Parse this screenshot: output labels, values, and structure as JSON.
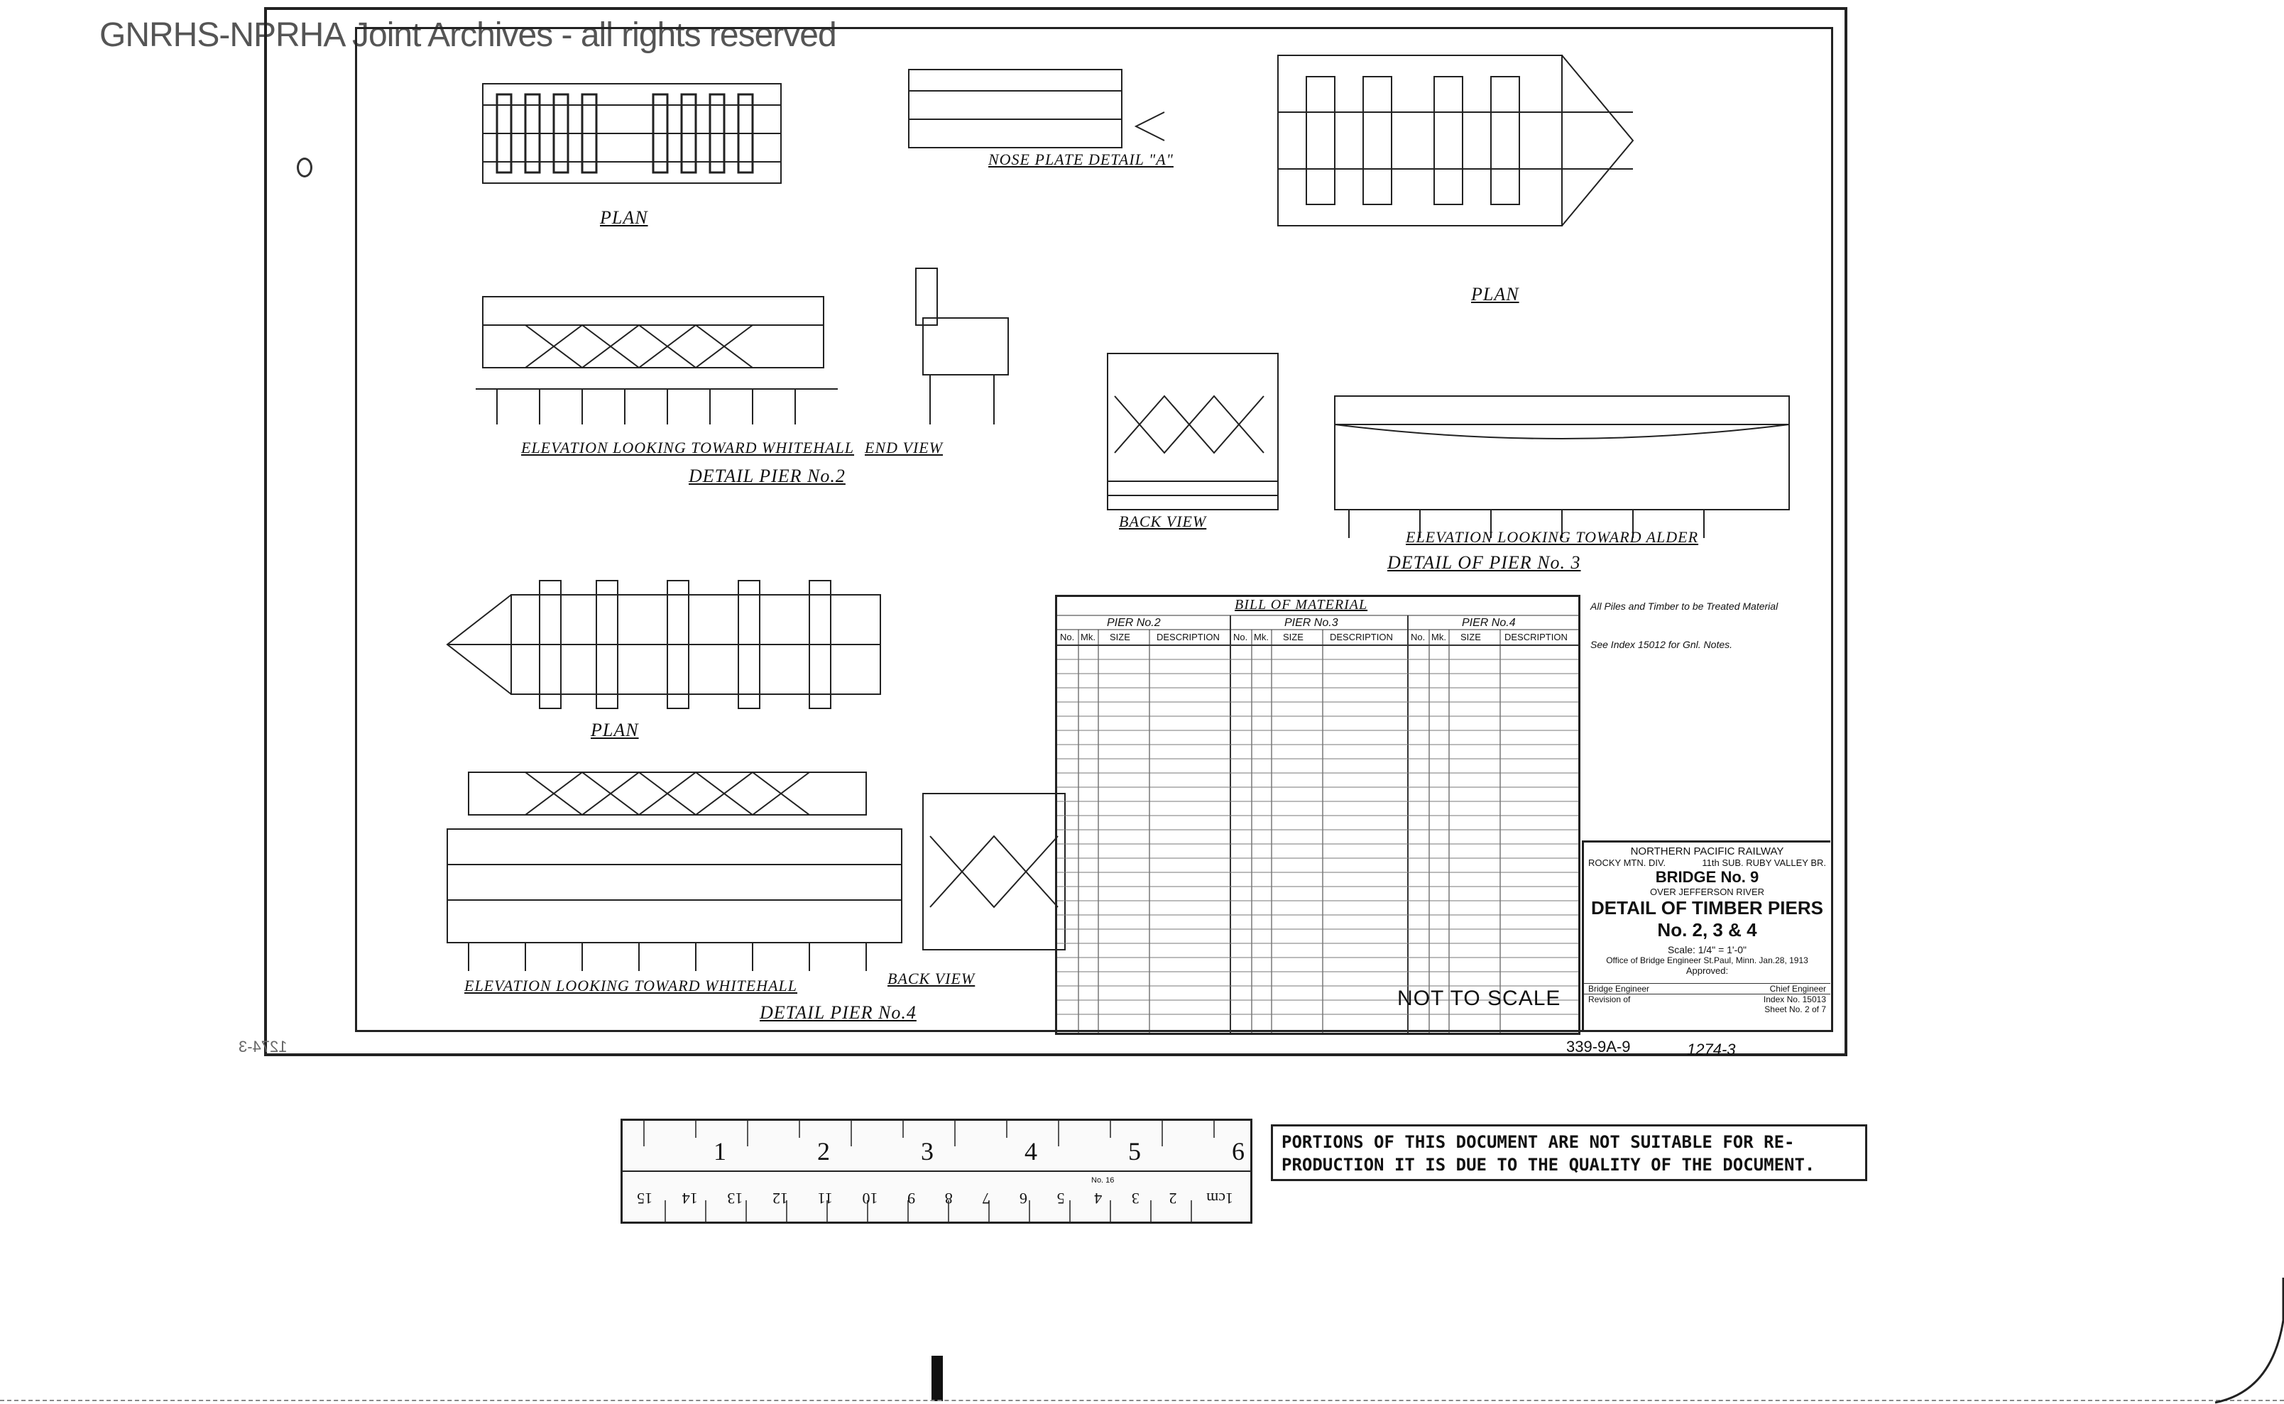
{
  "watermark": "GNRHS-NPRHA Joint Archives - all rights reserved",
  "drawing_labels": {
    "plan_top": "PLAN",
    "nose_plate": "NOSE PLATE DETAIL \"A\"",
    "elevation_pier2": "ELEVATION LOOKING TOWARD WHITEHALL",
    "end_view": "END VIEW",
    "detail_pier2": "DETAIL PIER No.2",
    "plan_pier3": "PLAN",
    "back_view_pier3": "BACK VIEW",
    "elevation_pier3": "ELEVATION LOOKING TOWARD ALDER",
    "detail_pier3": "DETAIL OF PIER No. 3",
    "plan_pier4": "PLAN",
    "elevation_pier4": "ELEVATION LOOKING TOWARD WHITEHALL",
    "back_view_pier4": "BACK VIEW",
    "detail_pier4": "DETAIL PIER No.4"
  },
  "bill_of_material": {
    "title": "BILL OF MATERIAL",
    "groups": [
      "PIER No.2",
      "PIER No.3",
      "PIER No.4"
    ],
    "columns": [
      "No.",
      "Mk.",
      "SIZE",
      "DESCRIPTION"
    ]
  },
  "notes": {
    "note1": "All Piles and Timber to be Treated Material",
    "note2": "See Index 15012 for Gnl. Notes."
  },
  "title_block": {
    "railway": "NORTHERN PACIFIC RAILWAY",
    "division": "ROCKY MTN. DIV.",
    "subdivision": "11th SUB. RUBY VALLEY BR.",
    "bridge": "BRIDGE No. 9",
    "over": "OVER JEFFERSON RIVER",
    "title": "DETAIL OF TIMBER PIERS",
    "piers": "No. 2, 3 & 4",
    "scale": "Scale: 1/4\" = 1'-0\"",
    "office": "Office of Bridge Engineer St.Paul, Minn. Jan.28, 1913",
    "approved": "Approved:",
    "bridge_engineer": "Bridge Engineer",
    "chief_engineer": "Chief Engineer",
    "revision": "Revision of",
    "index": "Index No. 15013",
    "sheet": "Sheet No. 2 of 7"
  },
  "not_to_scale": "NOT TO SCALE",
  "drawing_number": "339-9A-9",
  "drawing_number_2": "1274-3",
  "stamp": {
    "line1": "PORTIONS OF THIS DOCUMENT ARE NOT SUITABLE FOR RE-",
    "line2": "PRODUCTION IT IS DUE TO THE QUALITY OF THE DOCUMENT."
  },
  "ruler": {
    "inches": [
      "1",
      "2",
      "3",
      "4",
      "5",
      "6"
    ],
    "cm": [
      "1cm",
      "2",
      "3",
      "4",
      "5",
      "6",
      "7",
      "8",
      "9",
      "10",
      "11",
      "12",
      "13",
      "14",
      "15"
    ],
    "model": "No. 16"
  }
}
